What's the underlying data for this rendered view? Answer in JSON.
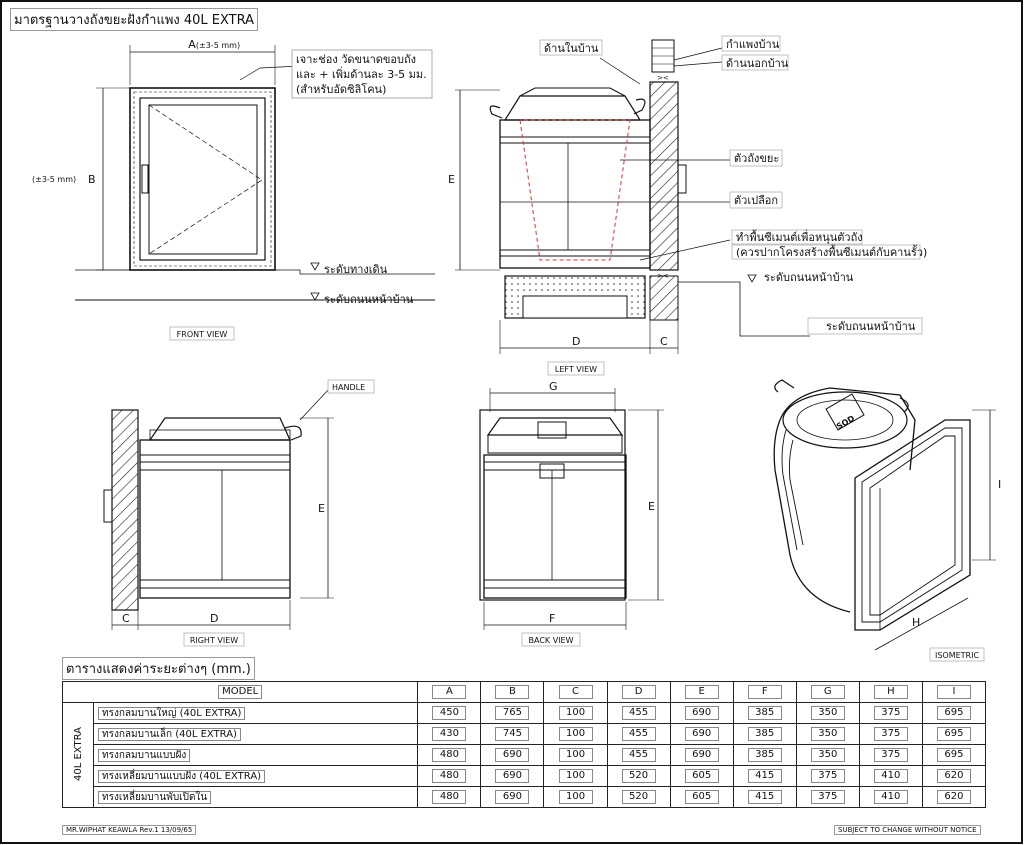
{
  "title": "มาตรฐานวางถังขยะฝังกำแพง 40L EXTRA",
  "table_title": "ตารางแสดงค่าระยะต่างๆ (mm.)",
  "views": {
    "front": "FRONT VIEW",
    "left": "LEFT VIEW",
    "right": "RIGHT VIEW",
    "back": "BACK VIEW",
    "iso": "ISOMETRIC"
  },
  "callouts": {
    "drill_1": "เจาะช่อง วัดขนาดขอบถัง",
    "drill_2": "และ + เพิ่มด้านละ 3-5 มม.",
    "drill_3": "(สำหรับอัดซิลิโคน)",
    "inside": "ด้านในบ้าน",
    "wall": "กำแพงบ้าน",
    "outside": "ด้านนอกบ้าน",
    "bin_body": "ตัวถังขยะ",
    "shell": "ตัวเปลือก",
    "base_1": "ทำพื้นซีเมนต์เพื่อหนุนตัวถัง",
    "base_2": "(ควรปากโครงสร้างพื้นซีเมนต์กับคานรั้ว)",
    "ground_level": "ระดับทางเดิน",
    "road_level": "ระดับถนนหน้าบ้าน",
    "handle": "HANDLE",
    "logo": "SOD"
  },
  "dims": {
    "A": "A",
    "A_tol": "(±3-5 mm)",
    "B": "B",
    "B_tol": "(±3-5 mm)",
    "C": "C",
    "D": "D",
    "E": "E",
    "F": "F",
    "G": "G",
    "H": "H",
    "I": "I"
  },
  "table": {
    "model_header": "MODEL",
    "group_label": "40L EXTRA",
    "columns": [
      "A",
      "B",
      "C",
      "D",
      "E",
      "F",
      "G",
      "H",
      "I"
    ],
    "rows": [
      {
        "model": "ทรงกลมบานใหญ่ (40L EXTRA)",
        "values": [
          "450",
          "765",
          "100",
          "455",
          "690",
          "385",
          "350",
          "375",
          "695"
        ]
      },
      {
        "model": "ทรงกลมบานเล็ก (40L EXTRA)",
        "values": [
          "430",
          "745",
          "100",
          "455",
          "690",
          "385",
          "350",
          "375",
          "695"
        ]
      },
      {
        "model": "ทรงกลมบานแบบฝัง",
        "values": [
          "480",
          "690",
          "100",
          "455",
          "690",
          "385",
          "350",
          "375",
          "695"
        ]
      },
      {
        "model": "ทรงเหลี่ยมบานแบบฝัง (40L EXTRA)",
        "values": [
          "480",
          "690",
          "100",
          "520",
          "605",
          "415",
          "375",
          "410",
          "620"
        ]
      },
      {
        "model": "ทรงเหลี่ยมบานพับเปิดใน",
        "values": [
          "480",
          "690",
          "100",
          "520",
          "605",
          "415",
          "375",
          "410",
          "620"
        ]
      }
    ]
  },
  "footer": {
    "author": "MR.WIPHAT KEAWLA Rev.1 13/09/65",
    "notice": "SUBJECT TO CHANGE WITHOUT NOTICE"
  }
}
